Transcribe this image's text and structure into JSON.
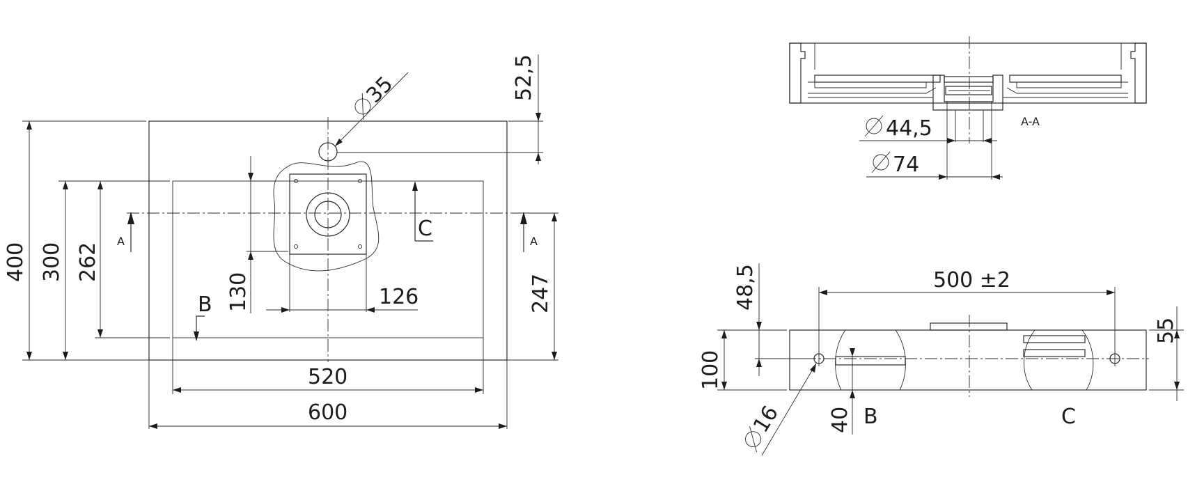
{
  "plan_view": {
    "dimensions": {
      "d_35": "35",
      "d_52_5": "52,5",
      "d_400": "400",
      "d_300": "300",
      "d_262": "262",
      "d_130": "130",
      "d_126": "126",
      "d_247": "247",
      "d_520": "520",
      "d_600": "600"
    },
    "labels": {
      "section_a_left": "A",
      "section_a_right": "A",
      "section_b": "B",
      "section_c": "C"
    }
  },
  "section_view": {
    "dimensions": {
      "d_44_5": "44,5",
      "d_74": "74"
    },
    "labels": {
      "section_title": "A-A"
    }
  },
  "side_view": {
    "dimensions": {
      "d_48_5": "48,5",
      "d_500": "500 ±2",
      "d_55": "55",
      "d_100": "100",
      "d_16": "16",
      "d_40": "40"
    },
    "labels": {
      "detail_b": "B",
      "detail_c": "C"
    }
  }
}
